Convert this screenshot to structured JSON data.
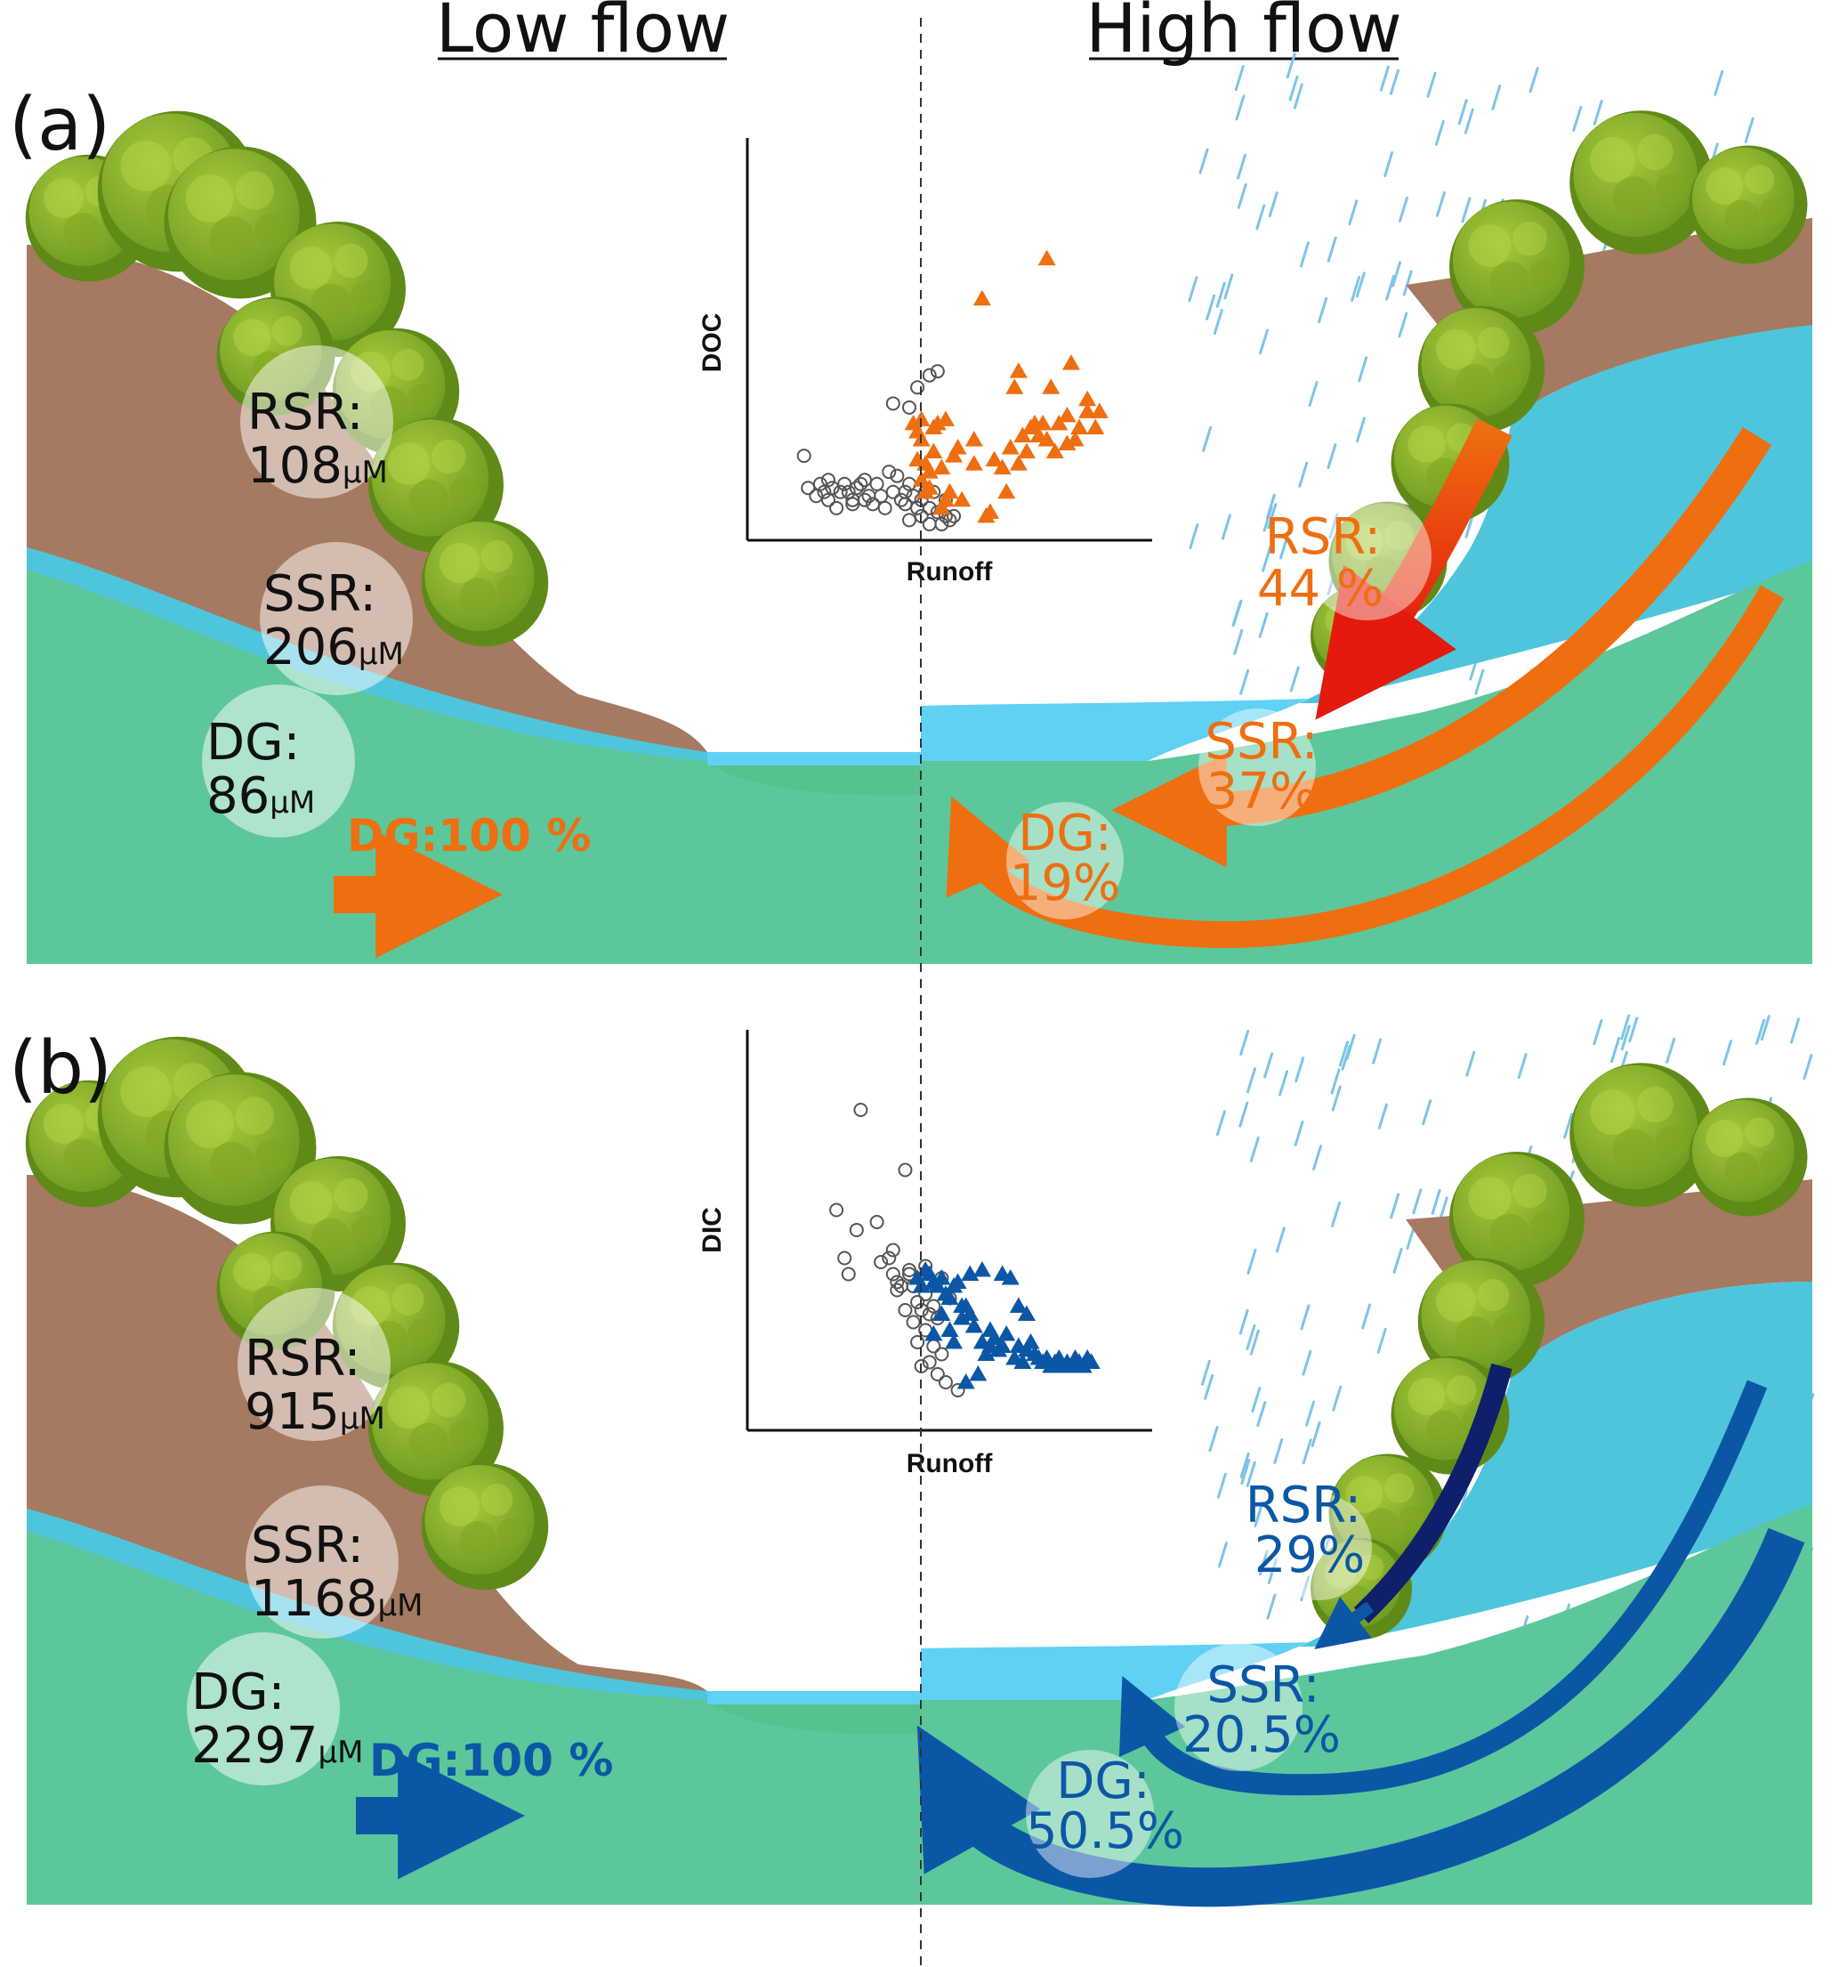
{
  "headers": {
    "low_flow": "Low flow",
    "high_flow": "High flow"
  },
  "colors": {
    "doc_orange": "#ee6e10",
    "doc_red": "#e41a0c",
    "dic_blue": "#0b57a6",
    "dic_navy": "#101f6b",
    "groundwater": "#5cc79a",
    "soil_water": "#4fc5dc",
    "soil": "#a57a60",
    "stream": "#5fd1f4",
    "tree": "#8ab52a"
  },
  "panels": [
    {
      "label": "(a)",
      "low": [
        {
          "name": "RSR:",
          "value": "108",
          "unit": "μM"
        },
        {
          "name": "SSR:",
          "value": "206",
          "unit": "μM"
        },
        {
          "name": "DG:",
          "value": "86",
          "unit": "μM"
        }
      ],
      "low_arrow_label": "DG:100 %",
      "high": [
        {
          "name": "RSR:",
          "value": "44 %"
        },
        {
          "name": "SSR:",
          "value": "37%"
        },
        {
          "name": "DG:",
          "value": "19%"
        }
      ]
    },
    {
      "label": "(b)",
      "low": [
        {
          "name": "RSR:",
          "value": "915",
          "unit": "μM"
        },
        {
          "name": "SSR:",
          "value": "1168",
          "unit": "μM"
        },
        {
          "name": "DG:",
          "value": "2297",
          "unit": "μM"
        }
      ],
      "low_arrow_label": "DG:100 %",
      "high": [
        {
          "name": "RSR:",
          "value": "29%"
        },
        {
          "name": "SSR:",
          "value": "20.5%"
        },
        {
          "name": "DG:",
          "value": "50.5%"
        }
      ]
    }
  ],
  "chart_data": [
    {
      "type": "scatter",
      "ylabel": "DOC",
      "xlabel": "Runoff",
      "xlim": [
        0,
        100
      ],
      "ylim": [
        0,
        100
      ],
      "series": [
        {
          "marker": "circle",
          "color": "#555555",
          "points": [
            [
              14,
              21
            ],
            [
              15,
              13
            ],
            [
              17,
              11
            ],
            [
              18,
              14
            ],
            [
              19,
              12
            ],
            [
              20,
              10
            ],
            [
              21,
              13
            ],
            [
              22,
              8
            ],
            [
              23,
              12
            ],
            [
              24,
              14
            ],
            [
              25,
              12
            ],
            [
              26,
              9
            ],
            [
              27,
              13
            ],
            [
              28,
              14
            ],
            [
              29,
              10
            ],
            [
              30,
              11
            ],
            [
              31,
              9
            ],
            [
              32,
              14
            ],
            [
              33,
              11
            ],
            [
              34,
              8
            ],
            [
              35,
              17
            ],
            [
              36,
              12
            ],
            [
              37,
              16
            ],
            [
              38,
              10
            ],
            [
              39,
              12
            ],
            [
              39,
              9
            ],
            [
              40,
              5
            ],
            [
              40,
              14
            ],
            [
              41,
              11
            ],
            [
              42,
              8
            ],
            [
              43,
              6
            ],
            [
              43,
              10
            ],
            [
              44,
              12
            ],
            [
              45,
              4
            ],
            [
              45,
              8
            ],
            [
              46,
              12
            ],
            [
              47,
              7
            ],
            [
              48,
              4
            ],
            [
              49,
              6
            ],
            [
              49,
              10
            ],
            [
              50,
              5
            ],
            [
              51,
              6
            ],
            [
              20,
              15
            ],
            [
              26,
              10
            ],
            [
              29,
              15
            ],
            [
              36,
              34
            ],
            [
              40,
              33
            ],
            [
              42,
              38
            ],
            [
              45,
              41
            ],
            [
              47,
              42
            ]
          ]
        },
        {
          "marker": "triangle",
          "color": "#ee6e10",
          "points": [
            [
              41,
              29
            ],
            [
              42,
              27
            ],
            [
              42,
              20
            ],
            [
              43,
              25
            ],
            [
              43,
              15
            ],
            [
              44,
              19
            ],
            [
              44,
              12
            ],
            [
              45,
              17
            ],
            [
              45,
              13
            ],
            [
              46,
              22
            ],
            [
              47,
              29
            ],
            [
              48,
              18
            ],
            [
              48,
              8
            ],
            [
              49,
              10
            ],
            [
              50,
              12
            ],
            [
              51,
              21
            ],
            [
              52,
              23
            ],
            [
              53,
              10
            ],
            [
              56,
              19
            ],
            [
              59,
              6
            ],
            [
              60,
              7
            ],
            [
              61,
              20
            ],
            [
              63,
              18
            ],
            [
              64,
              12
            ],
            [
              65,
              23
            ],
            [
              66,
              38
            ],
            [
              67,
              42
            ],
            [
              67,
              19
            ],
            [
              68,
              26
            ],
            [
              69,
              22
            ],
            [
              70,
              28
            ],
            [
              71,
              29
            ],
            [
              72,
              26
            ],
            [
              73,
              29
            ],
            [
              74,
              25
            ],
            [
              75,
              38
            ],
            [
              76,
              22
            ],
            [
              77,
              29
            ],
            [
              79,
              31
            ],
            [
              79,
              24
            ],
            [
              80,
              44
            ],
            [
              81,
              25
            ],
            [
              82,
              28
            ],
            [
              84,
              35
            ],
            [
              84,
              32
            ],
            [
              86,
              28
            ],
            [
              87,
              32
            ],
            [
              58,
              60
            ],
            [
              74,
              70
            ],
            [
              49,
              30
            ],
            [
              43,
              30
            ],
            [
              46,
              28
            ],
            [
              56,
              25
            ]
          ]
        }
      ]
    },
    {
      "type": "scatter",
      "ylabel": "DIC",
      "xlabel": "Runoff",
      "xlim": [
        0,
        100
      ],
      "ylim": [
        0,
        100
      ],
      "series": [
        {
          "marker": "circle",
          "color": "#555555",
          "points": [
            [
              28,
              80
            ],
            [
              39,
              65
            ],
            [
              22,
              55
            ],
            [
              27,
              50
            ],
            [
              32,
              52
            ],
            [
              24,
              43
            ],
            [
              33,
              42
            ],
            [
              35,
              43
            ],
            [
              25,
              39
            ],
            [
              36,
              39
            ],
            [
              37,
              37
            ],
            [
              38,
              36
            ],
            [
              40,
              39
            ],
            [
              41,
              36
            ],
            [
              42,
              32
            ],
            [
              43,
              30
            ],
            [
              44,
              34
            ],
            [
              45,
              29
            ],
            [
              46,
              31
            ],
            [
              47,
              28
            ],
            [
              39,
              30
            ],
            [
              41,
              27
            ],
            [
              44,
              25
            ],
            [
              46,
              21
            ],
            [
              48,
              19
            ],
            [
              42,
              22
            ],
            [
              45,
              17
            ],
            [
              43,
              16
            ],
            [
              49,
              12
            ],
            [
              52,
              10
            ],
            [
              47,
              14
            ],
            [
              37,
              35
            ],
            [
              36,
              45
            ],
            [
              40,
              40
            ],
            [
              44,
              41
            ],
            [
              48,
              38
            ],
            [
              50,
              33
            ]
          ]
        },
        {
          "marker": "triangle",
          "color": "#0b57a6",
          "points": [
            [
              42,
              38
            ],
            [
              43,
              36
            ],
            [
              44,
              40
            ],
            [
              45,
              39
            ],
            [
              46,
              37
            ],
            [
              47,
              36
            ],
            [
              48,
              38
            ],
            [
              49,
              34
            ],
            [
              50,
              33
            ],
            [
              51,
              36
            ],
            [
              52,
              37
            ],
            [
              53,
              31
            ],
            [
              54,
              31
            ],
            [
              55,
              29
            ],
            [
              56,
              26
            ],
            [
              58,
              22
            ],
            [
              59,
              19
            ],
            [
              60,
              21
            ],
            [
              61,
              23
            ],
            [
              62,
              20
            ],
            [
              63,
              21
            ],
            [
              64,
              24
            ],
            [
              66,
              18
            ],
            [
              67,
              21
            ],
            [
              68,
              17
            ],
            [
              69,
              20
            ],
            [
              70,
              22
            ],
            [
              71,
              19
            ],
            [
              72,
              18
            ],
            [
              73,
              17
            ],
            [
              74,
              18
            ],
            [
              75,
              16
            ],
            [
              76,
              17
            ],
            [
              77,
              18
            ],
            [
              78,
              16
            ],
            [
              79,
              17
            ],
            [
              80,
              16
            ],
            [
              81,
              18
            ],
            [
              82,
              17
            ],
            [
              83,
              16
            ],
            [
              84,
              18
            ],
            [
              85,
              17
            ],
            [
              51,
              22
            ],
            [
              54,
              12
            ],
            [
              57,
              14
            ],
            [
              60,
              25
            ],
            [
              55,
              39
            ],
            [
              58,
              40
            ],
            [
              63,
              39
            ],
            [
              65,
              38
            ],
            [
              67,
              31
            ],
            [
              69,
              29
            ],
            [
              50,
              25
            ],
            [
              53,
              28
            ],
            [
              48,
              29
            ],
            [
              46,
              24
            ]
          ]
        }
      ]
    }
  ]
}
